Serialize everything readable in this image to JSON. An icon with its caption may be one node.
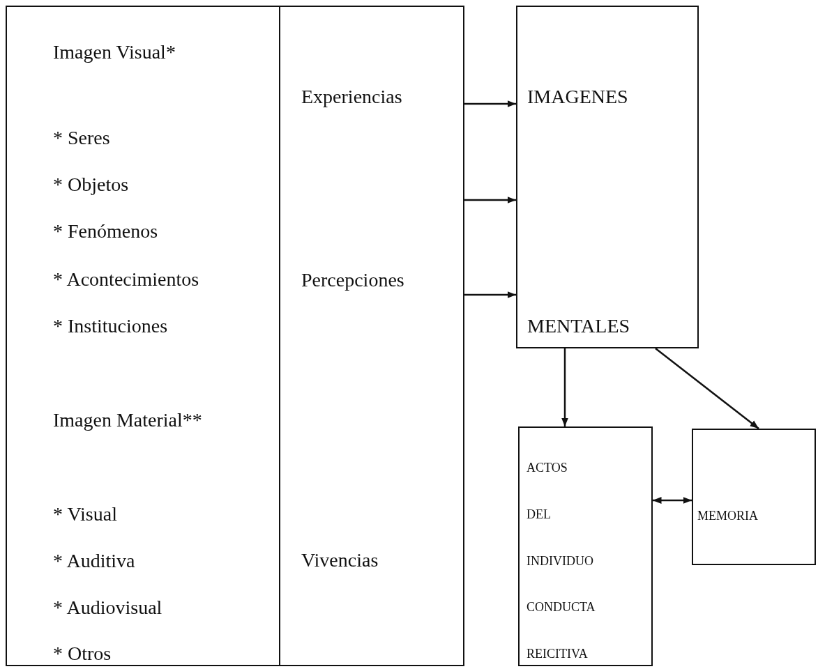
{
  "diagram": {
    "nodes": [
      {
        "text": [
          "Imagen Visual*",
          "* Seres",
          "* Objetos",
          "* Fenómenos",
          "* Acontecimientos",
          "* Instituciones",
          "Imagen Material**",
          "* Visual",
          "* Auditiva",
          "* Audiovisual",
          "* Otros"
        ]
      },
      {
        "text": [
          "Experiencias",
          "Percepciones",
          "Vivencias"
        ]
      },
      {
        "text": [
          "IMAGENES",
          "MENTALES"
        ]
      },
      {
        "text": [
          "ACTOS",
          "DEL",
          "INDIVIDUO",
          "CONDUCTA",
          "REICITIVA"
        ]
      },
      {
        "text": [
          "MEMORIA"
        ]
      }
    ],
    "edges": [
      {
        "from": 1,
        "to": 2,
        "arrow": "to"
      },
      {
        "from": 1,
        "to": 2,
        "arrow": "to"
      },
      {
        "from": 1,
        "to": 2,
        "arrow": "to"
      },
      {
        "from": 2,
        "to": 3,
        "arrow": "to"
      },
      {
        "from": 2,
        "to": 4,
        "arrow": "to"
      },
      {
        "from": 3,
        "to": 4,
        "arrow": "both"
      }
    ]
  }
}
